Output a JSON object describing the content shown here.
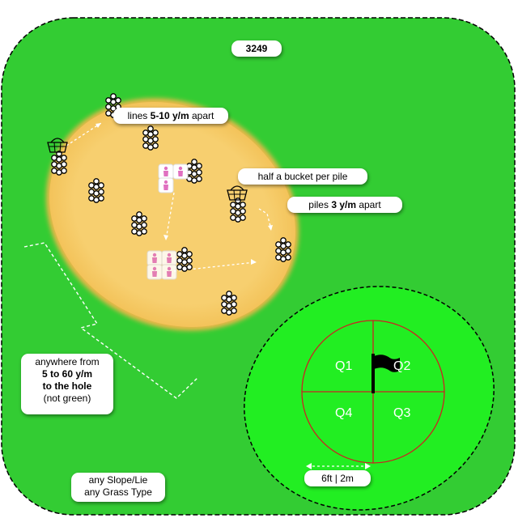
{
  "id_badge": "3249",
  "labels": {
    "lines": {
      "pre": "lines ",
      "bold": "5-10 y/m",
      "post": " apart"
    },
    "bucket": "half a bucket per pile",
    "piles": {
      "pre": "piles ",
      "bold": "3 y/m",
      "post": " apart"
    },
    "distance": {
      "line1": "anywhere from",
      "line2": "5 to 60 y/m",
      "line3": "to the hole",
      "line4": "(not green)"
    },
    "slope": {
      "line1": "any Slope/Lie",
      "line2": "any Grass Type"
    },
    "scale": "6ft | 2m"
  },
  "green": {
    "quadrants": [
      "Q1",
      "Q2",
      "Q4",
      "Q3"
    ]
  },
  "colors": {
    "fairway": "#33cc33",
    "sand": "#f7cf6f",
    "green": "#22ee22",
    "quadrant_lines": "#cc2222",
    "flag": "#000000",
    "person_icon": "#e070c0"
  },
  "icons": [
    "flag-icon",
    "basket-icon",
    "person-icon",
    "ball-pile-icon"
  ]
}
